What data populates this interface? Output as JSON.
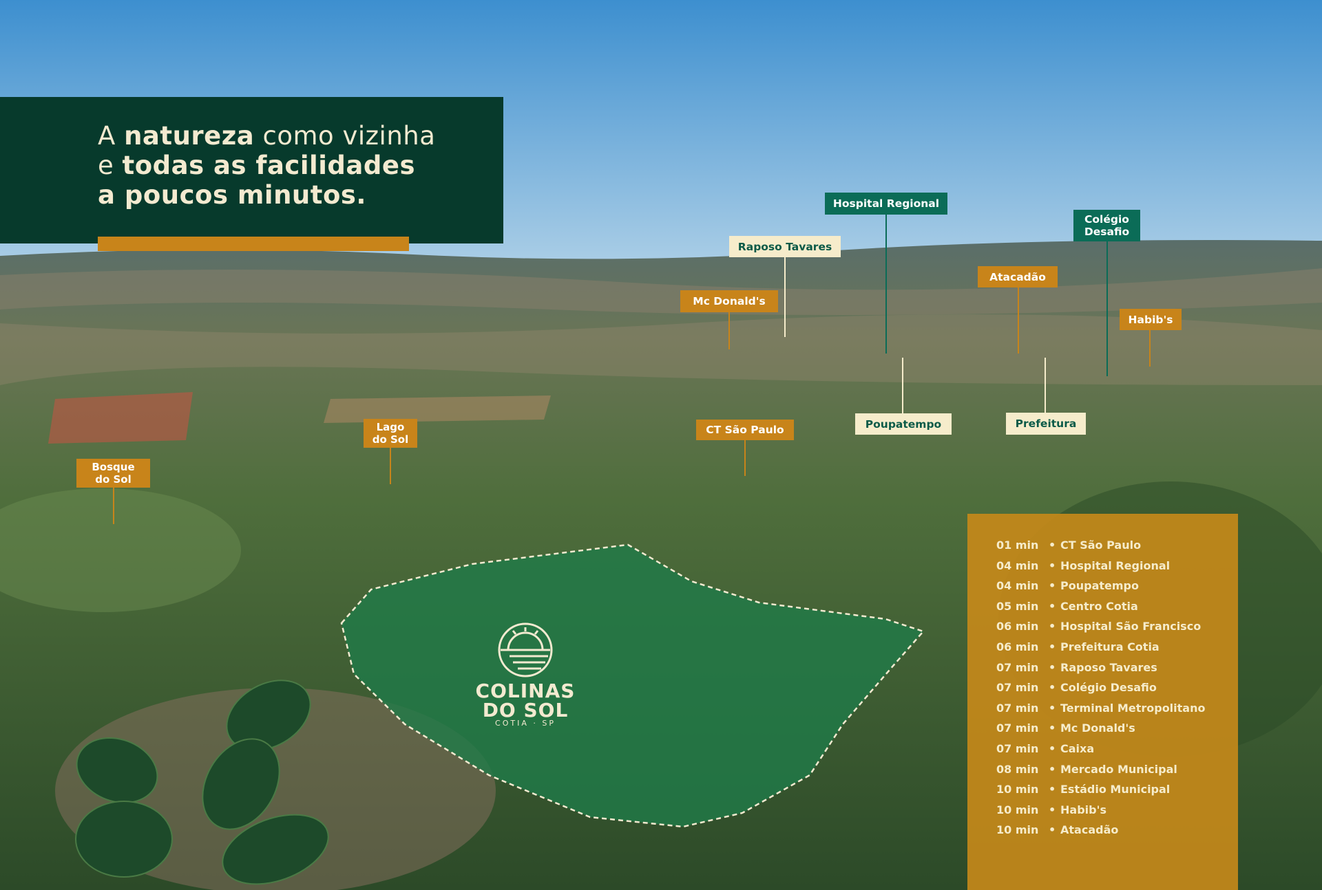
{
  "headline": {
    "l1a": "A ",
    "l1b": "natureza",
    "l1c": " como vizinha",
    "l2a": "e ",
    "l2b": "todas as facilidades",
    "l3": "a poucos minutos."
  },
  "labels": {
    "hospital_regional": "Hospital Regional",
    "raposo_tavares": "Raposo Tavares",
    "mc_donalds": "Mc Donald's",
    "colegio_desafio": "Colégio Desafio",
    "atacadao": "Atacadão",
    "habibs": "Habib's",
    "poupatempo": "Poupatempo",
    "prefeitura": "Prefeitura",
    "ct_sao_paulo": "CT São Paulo",
    "lago_do_sol": "Lago do Sol",
    "bosque_do_sol": "Bosque do Sol"
  },
  "logo": {
    "name1": "COLINAS",
    "name2": "DO SOL",
    "location": "COTIA · SP"
  },
  "distances": [
    {
      "time": "01 min",
      "place": "CT São Paulo"
    },
    {
      "time": "04 min",
      "place": "Hospital Regional"
    },
    {
      "time": "04 min",
      "place": "Poupatempo"
    },
    {
      "time": "05 min",
      "place": "Centro Cotia"
    },
    {
      "time": "06 min",
      "place": "Hospital São Francisco"
    },
    {
      "time": "06 min",
      "place": "Prefeitura Cotia"
    },
    {
      "time": "07 min",
      "place": "Raposo Tavares"
    },
    {
      "time": "07 min",
      "place": "Colégio Desafio"
    },
    {
      "time": "07 min",
      "place": "Terminal Metropolitano"
    },
    {
      "time": "07 min",
      "place": "Mc Donald's"
    },
    {
      "time": "07 min",
      "place": "Caixa"
    },
    {
      "time": "08 min",
      "place": "Mercado Municipal"
    },
    {
      "time": "10 min",
      "place": "Estádio Municipal"
    },
    {
      "time": "10 min",
      "place": "Habib's"
    },
    {
      "time": "10 min",
      "place": "Atacadão"
    }
  ],
  "separator": "•",
  "colors": {
    "dark_green": "#073a2c",
    "orange": "#c8841a",
    "teal": "#0b6c57",
    "cream": "#f6eccb"
  }
}
